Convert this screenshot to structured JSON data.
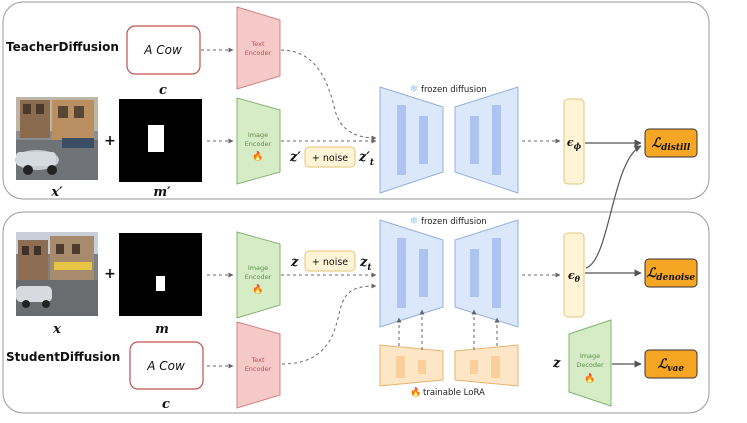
{
  "teacher": {
    "title": "TeacherDiffusion",
    "text_prompt": "A  Cow",
    "text_symbol": "c",
    "text_encoder": [
      "Text",
      "Encoder"
    ],
    "image_encoder": [
      "Image",
      "Encoder"
    ],
    "plus": "+",
    "image_label": "x′",
    "mask_label": "m′",
    "latent": "z′",
    "noise": "+ noise",
    "noised_latent": "z′t",
    "frozen": "frozen diffusion",
    "epsilon": "εϕ",
    "loss": "Ldistill"
  },
  "student": {
    "title": "StudentDiffusion",
    "text_prompt": "A  Cow",
    "text_symbol": "c",
    "text_encoder": [
      "Text",
      "Encoder"
    ],
    "image_encoder": [
      "Image",
      "Encoder"
    ],
    "image_decoder": [
      "Image",
      "Decoder"
    ],
    "plus": "+",
    "image_label": "x",
    "mask_label": "m",
    "latent": "z",
    "noise": "+ noise",
    "noised_latent": "zt",
    "frozen": "frozen diffusion",
    "lora": "trainable LoRA",
    "epsilon": "εθ",
    "loss_denoise": "Ldenoise",
    "decoder_input": "z",
    "loss_vae": "Lvae"
  },
  "colors": {
    "encoder_red_fill": "#f6c9c9",
    "encoder_red_stroke": "#d98080",
    "encoder_green_fill": "#d6ecc7",
    "encoder_green_stroke": "#85b36e",
    "unet_fill": "#dbe7fb",
    "unet_stroke": "#93b0e0",
    "unet_bar": "#adc4f3",
    "lora_fill": "#fde6c6",
    "lora_stroke": "#e9b270",
    "loss_fill": "#f6a623",
    "eps_fill": "#fff5d6",
    "eps_stroke": "#e6c57a"
  },
  "icons": [
    "snowflake-icon",
    "fire-icon"
  ]
}
